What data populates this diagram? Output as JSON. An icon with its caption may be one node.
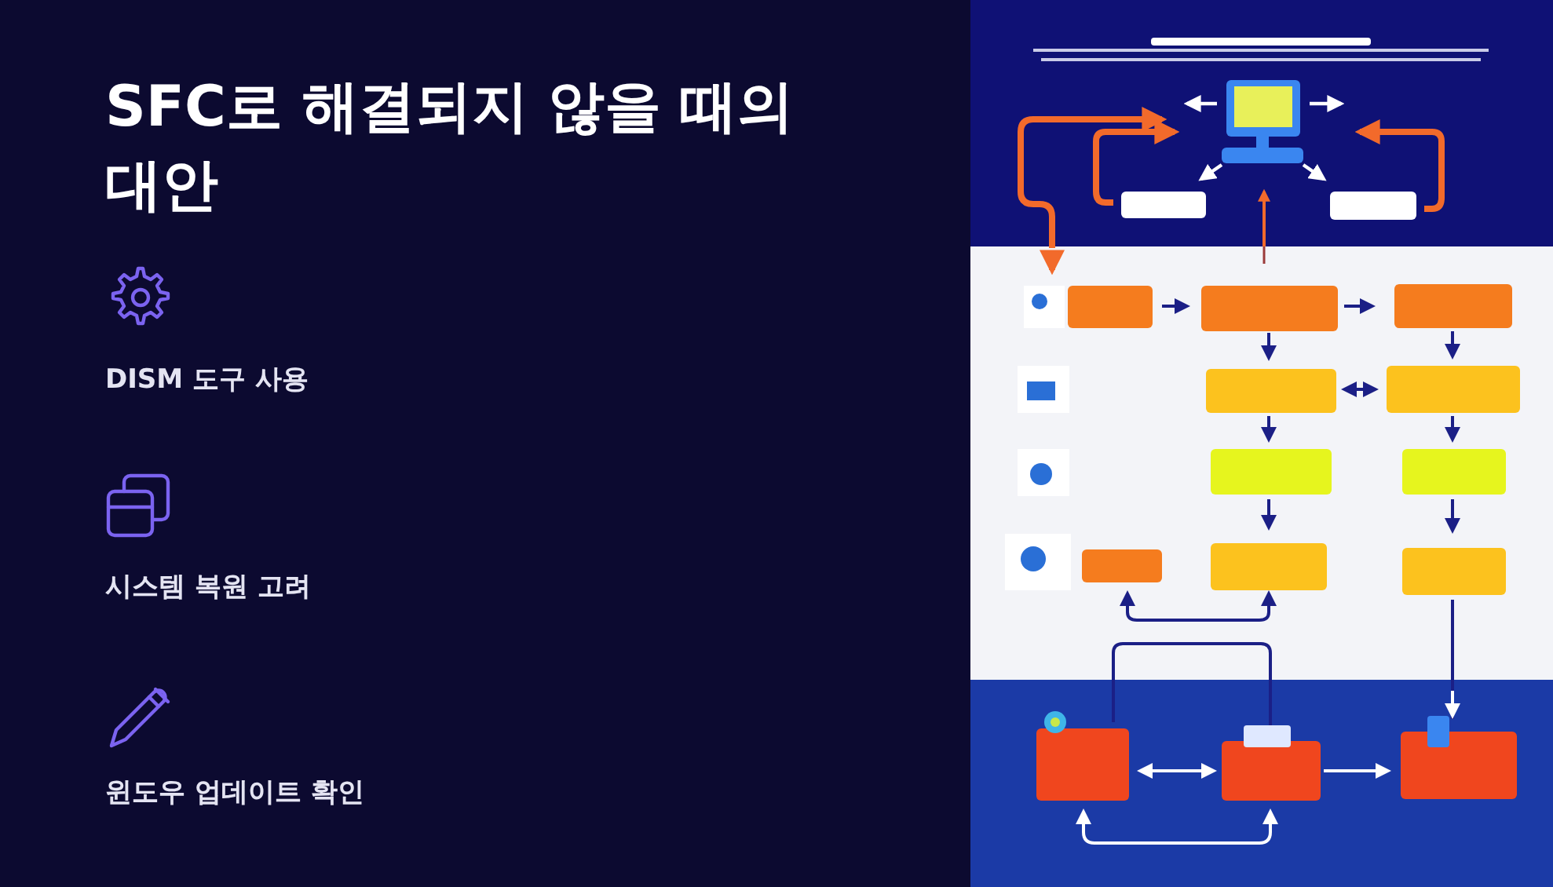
{
  "diagram": {
    "title": "SFC로 해결되지 않을 때의 대안",
    "labels": [
      "DISM 도구 사용",
      "시스템 복원 고려",
      "윈도우 업데이트 확인"
    ]
  }
}
